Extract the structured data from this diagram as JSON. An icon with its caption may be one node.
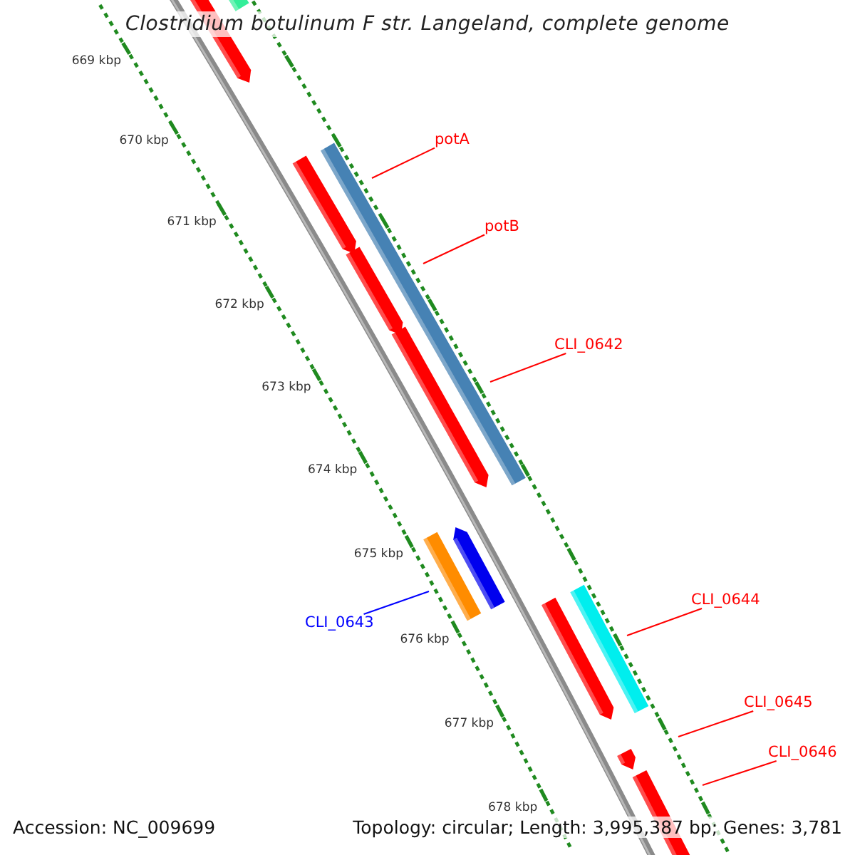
{
  "diagram": {
    "title": "Clostridium botulinum F str. Langeland, complete genome",
    "nodes": [
      {
        "text": [
          "potA"
        ]
      },
      {
        "text": [
          "potB"
        ]
      },
      {
        "text": [
          "CLI_0642"
        ]
      },
      {
        "text": [
          "CLI_0643"
        ]
      },
      {
        "text": [
          "CLI_0644"
        ]
      },
      {
        "text": [
          "CLI_0645"
        ]
      },
      {
        "text": [
          "CLI_0646"
        ]
      }
    ],
    "edges": [
      {
        "from": 0,
        "to": null,
        "arrow": "none"
      },
      {
        "from": 1,
        "to": null,
        "arrow": "none"
      },
      {
        "from": 2,
        "to": null,
        "arrow": "none"
      },
      {
        "from": 3,
        "to": null,
        "arrow": "none",
        "color": "#0000ff"
      },
      {
        "from": 4,
        "to": null,
        "arrow": "none"
      },
      {
        "from": 5,
        "to": null,
        "arrow": "none"
      },
      {
        "from": 6,
        "to": null,
        "arrow": "none"
      }
    ],
    "labels": [
      "669 kbp",
      "670 kbp",
      "671 kbp",
      "672 kbp",
      "673 kbp",
      "674 kbp",
      "675 kbp",
      "676 kbp",
      "677 kbp",
      "678 kbp",
      "Accession: NC_009699",
      "Topology: circular; Length: 3,995,387 bp; Genes: 3,781"
    ]
  }
}
